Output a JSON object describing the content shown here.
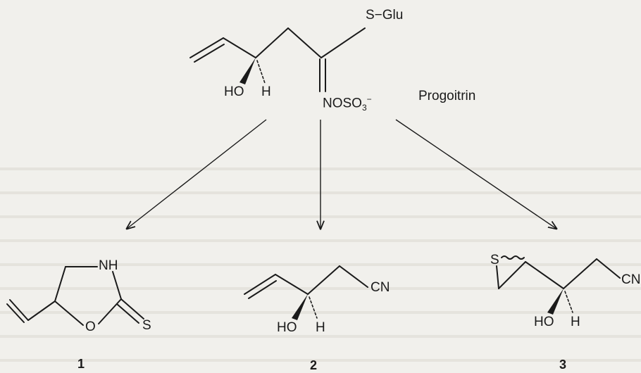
{
  "progoitrin": {
    "name": "Progoitrin",
    "s_glu": "S−Glu",
    "ho": "HO",
    "h": "H",
    "nosoe": "NOSO",
    "nosoe_sub": "3",
    "nosoe_sup": "−"
  },
  "compound1": {
    "number": "1",
    "nh": "NH",
    "o": "O",
    "s": "S"
  },
  "compound2": {
    "number": "2",
    "cn": "CN",
    "ho": "HO",
    "h": "H"
  },
  "compound3": {
    "number": "3",
    "s": "S",
    "cn": "CN",
    "ho": "HO",
    "h": "H"
  }
}
